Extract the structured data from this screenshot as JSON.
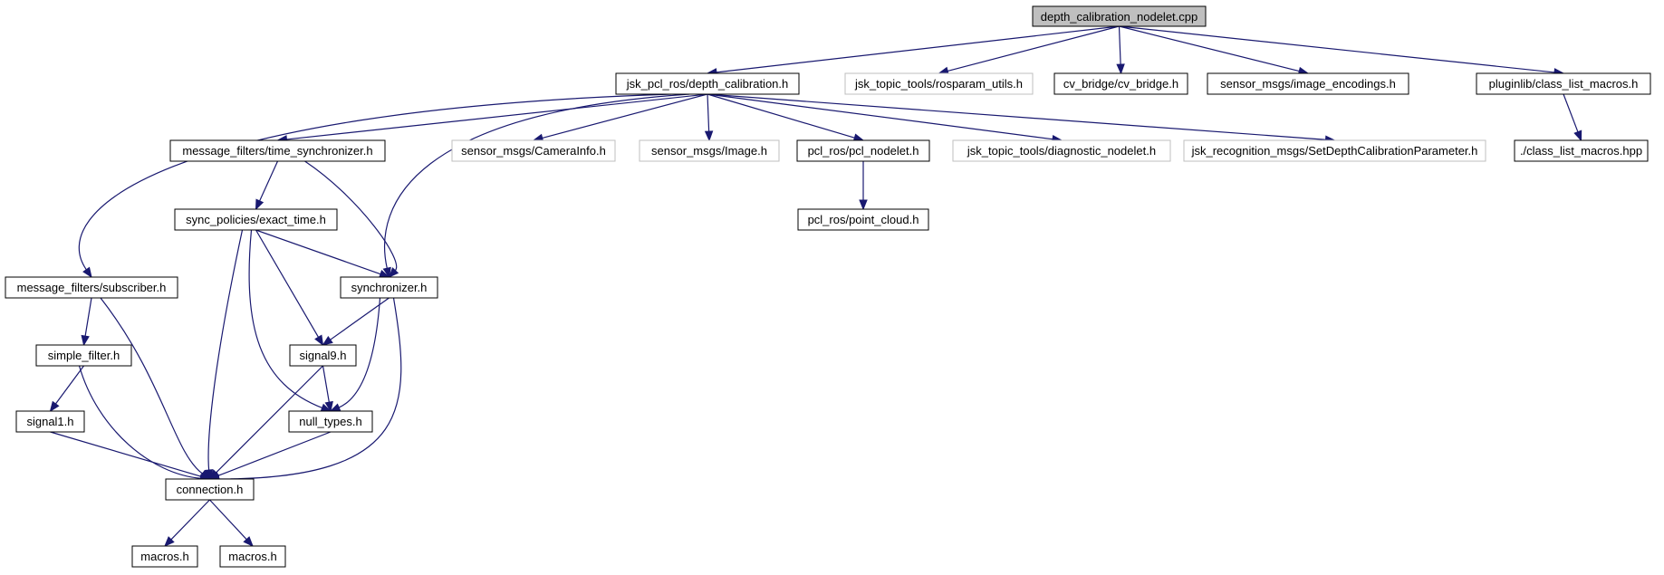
{
  "colors": {
    "edge": "#191970",
    "border_default": "#000000",
    "border_external": "#bfbfbf",
    "fill_default": "#ffffff",
    "fill_root": "#bfbfbf"
  },
  "nodes": {
    "depth_calibration_nodelet_cpp": {
      "label": "depth_calibration_nodelet.cpp",
      "kind": "root"
    },
    "jsk_pcl_ros_depth_calibration_h": {
      "label": "jsk_pcl_ros/depth_calibration.h",
      "kind": "file"
    },
    "jsk_topic_tools_rosparam_utils_h": {
      "label": "jsk_topic_tools/rosparam_utils.h",
      "kind": "external"
    },
    "cv_bridge_cv_bridge_h": {
      "label": "cv_bridge/cv_bridge.h",
      "kind": "file"
    },
    "sensor_msgs_image_encodings_h": {
      "label": "sensor_msgs/image_encodings.h",
      "kind": "file"
    },
    "pluginlib_class_list_macros_h": {
      "label": "pluginlib/class_list_macros.h",
      "kind": "file"
    },
    "message_filters_time_synchronizer_h": {
      "label": "message_filters/time_synchronizer.h",
      "kind": "file"
    },
    "sensor_msgs_camerainfo_h": {
      "label": "sensor_msgs/CameraInfo.h",
      "kind": "external"
    },
    "sensor_msgs_image_h": {
      "label": "sensor_msgs/Image.h",
      "kind": "external"
    },
    "pcl_ros_pcl_nodelet_h": {
      "label": "pcl_ros/pcl_nodelet.h",
      "kind": "file"
    },
    "jsk_topic_tools_diagnostic_nodelet_h": {
      "label": "jsk_topic_tools/diagnostic_nodelet.h",
      "kind": "external"
    },
    "jsk_recognition_msgs_setdepthcalibrationparameter_h": {
      "label": "jsk_recognition_msgs/SetDepthCalibrationParameter.h",
      "kind": "external"
    },
    "class_list_macros_hpp": {
      "label": "./class_list_macros.hpp",
      "kind": "file"
    },
    "sync_policies_exact_time_h": {
      "label": "sync_policies/exact_time.h",
      "kind": "file"
    },
    "pcl_ros_point_cloud_h": {
      "label": "pcl_ros/point_cloud.h",
      "kind": "file"
    },
    "message_filters_subscriber_h": {
      "label": "message_filters/subscriber.h",
      "kind": "file"
    },
    "synchronizer_h": {
      "label": "synchronizer.h",
      "kind": "file"
    },
    "simple_filter_h": {
      "label": "simple_filter.h",
      "kind": "file"
    },
    "signal9_h": {
      "label": "signal9.h",
      "kind": "file"
    },
    "signal1_h": {
      "label": "signal1.h",
      "kind": "file"
    },
    "null_types_h": {
      "label": "null_types.h",
      "kind": "file"
    },
    "connection_h": {
      "label": "connection.h",
      "kind": "file"
    },
    "macros_h_1": {
      "label": "macros.h",
      "kind": "file"
    },
    "macros_h_2": {
      "label": "macros.h",
      "kind": "file"
    }
  },
  "edges": [
    [
      "depth_calibration_nodelet_cpp",
      "jsk_pcl_ros_depth_calibration_h"
    ],
    [
      "depth_calibration_nodelet_cpp",
      "jsk_topic_tools_rosparam_utils_h"
    ],
    [
      "depth_calibration_nodelet_cpp",
      "cv_bridge_cv_bridge_h"
    ],
    [
      "depth_calibration_nodelet_cpp",
      "sensor_msgs_image_encodings_h"
    ],
    [
      "depth_calibration_nodelet_cpp",
      "pluginlib_class_list_macros_h"
    ],
    [
      "jsk_pcl_ros_depth_calibration_h",
      "message_filters_subscriber_h"
    ],
    [
      "jsk_pcl_ros_depth_calibration_h",
      "message_filters_time_synchronizer_h"
    ],
    [
      "jsk_pcl_ros_depth_calibration_h",
      "synchronizer_h"
    ],
    [
      "jsk_pcl_ros_depth_calibration_h",
      "sensor_msgs_camerainfo_h"
    ],
    [
      "jsk_pcl_ros_depth_calibration_h",
      "sensor_msgs_image_h"
    ],
    [
      "jsk_pcl_ros_depth_calibration_h",
      "pcl_ros_pcl_nodelet_h"
    ],
    [
      "jsk_pcl_ros_depth_calibration_h",
      "jsk_topic_tools_diagnostic_nodelet_h"
    ],
    [
      "jsk_pcl_ros_depth_calibration_h",
      "jsk_recognition_msgs_setdepthcalibrationparameter_h"
    ],
    [
      "pluginlib_class_list_macros_h",
      "class_list_macros_hpp"
    ],
    [
      "message_filters_time_synchronizer_h",
      "sync_policies_exact_time_h"
    ],
    [
      "message_filters_time_synchronizer_h",
      "synchronizer_h"
    ],
    [
      "pcl_ros_pcl_nodelet_h",
      "pcl_ros_point_cloud_h"
    ],
    [
      "sync_policies_exact_time_h",
      "synchronizer_h"
    ],
    [
      "sync_policies_exact_time_h",
      "signal9_h"
    ],
    [
      "sync_policies_exact_time_h",
      "null_types_h"
    ],
    [
      "sync_policies_exact_time_h",
      "connection_h"
    ],
    [
      "message_filters_subscriber_h",
      "simple_filter_h"
    ],
    [
      "message_filters_subscriber_h",
      "connection_h"
    ],
    [
      "synchronizer_h",
      "signal9_h"
    ],
    [
      "synchronizer_h",
      "null_types_h"
    ],
    [
      "synchronizer_h",
      "connection_h"
    ],
    [
      "simple_filter_h",
      "signal1_h"
    ],
    [
      "simple_filter_h",
      "connection_h"
    ],
    [
      "signal9_h",
      "null_types_h"
    ],
    [
      "signal9_h",
      "connection_h"
    ],
    [
      "signal1_h",
      "connection_h"
    ],
    [
      "null_types_h",
      "connection_h"
    ],
    [
      "connection_h",
      "macros_h_1"
    ],
    [
      "connection_h",
      "macros_h_2"
    ]
  ]
}
